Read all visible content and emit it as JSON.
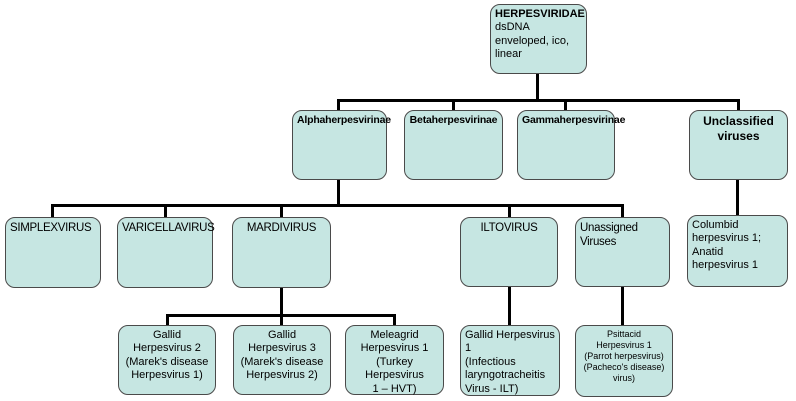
{
  "colors": {
    "box_fill": "#c6e6e2",
    "box_border": "#4a4a4a",
    "line_color": "#000000"
  },
  "tree": {
    "family": {
      "name": "HERPESVIRIDAE",
      "properties": "dsDNA\nenveloped, ico, linear"
    },
    "subfamilies": {
      "alpha": "Alphaherpesvirinae",
      "beta": "Betaherpesvirinae",
      "gamma": "Gammaherpesvirinae",
      "unclassified": "Unclassified\nviruses"
    },
    "genera": {
      "simplexvirus": "SIMPLEXVIRUS",
      "varicellavirus": "VARICELLAVIRUS",
      "mardivirus": "MARDIVIRUS",
      "iltovirus": "ILTOVIRUS",
      "unassigned": "Unassigned\nViruses",
      "unclassified_members": "Columbid\nherpesvirus 1;\nAnatid\nherpesvirus 1"
    },
    "species": {
      "gallid2": "Gallid Herpesvirus 2\n(Marek's disease\nHerpesvirus 1)",
      "gallid3": "Gallid Herpesvirus 3\n(Marek's disease\nHerpesvirus 2)",
      "meleagrid": "Meleagrid\nHerpesvirus 1\n(Turkey Herpesvirus\n1 – HVT)",
      "gallid1": "Gallid Herpesvirus 1\n(Infectious\nlaryngotracheitis\nVirus - ILT)",
      "psittacid": "Psittacid\nHerpesvirus 1\n(Parrot herpesvirus)\n(Pacheco's disease)\nvirus)"
    }
  }
}
